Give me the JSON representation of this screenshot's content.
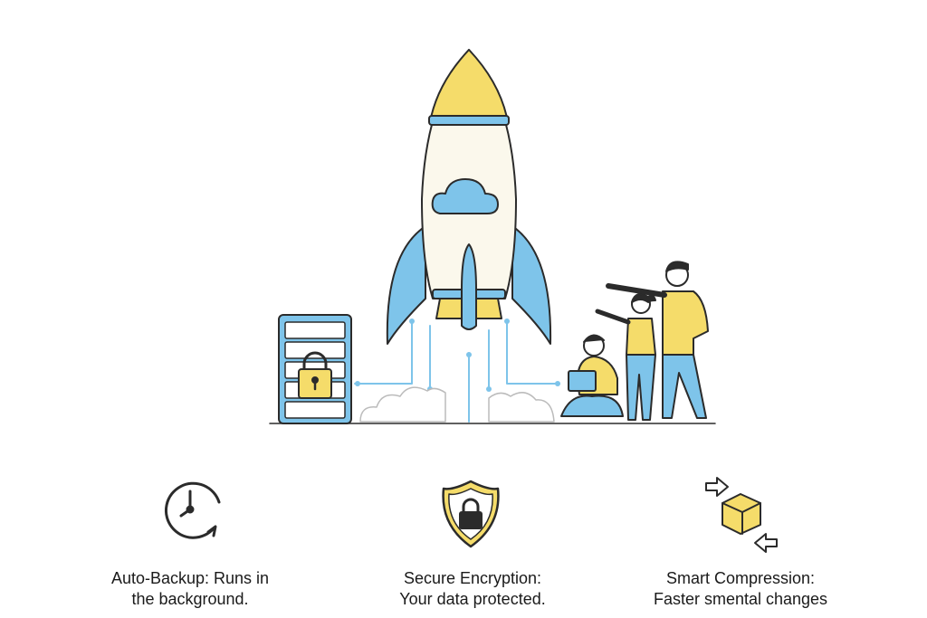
{
  "colors": {
    "yellow": "#f5dc6a",
    "blue": "#7ec4ea",
    "outline": "#2b2b2b",
    "cream": "#fbf8ec"
  },
  "features": [
    {
      "icon": "clock-icon",
      "line1": "Auto-Backup: Runs in",
      "line2": "the background."
    },
    {
      "icon": "shield-lock-icon",
      "line1": "Secure Encryption:",
      "line2": "Your data protected."
    },
    {
      "icon": "box-arrows-icon",
      "line1": "Smart Compression:",
      "line2": "Faster smental changes"
    }
  ]
}
